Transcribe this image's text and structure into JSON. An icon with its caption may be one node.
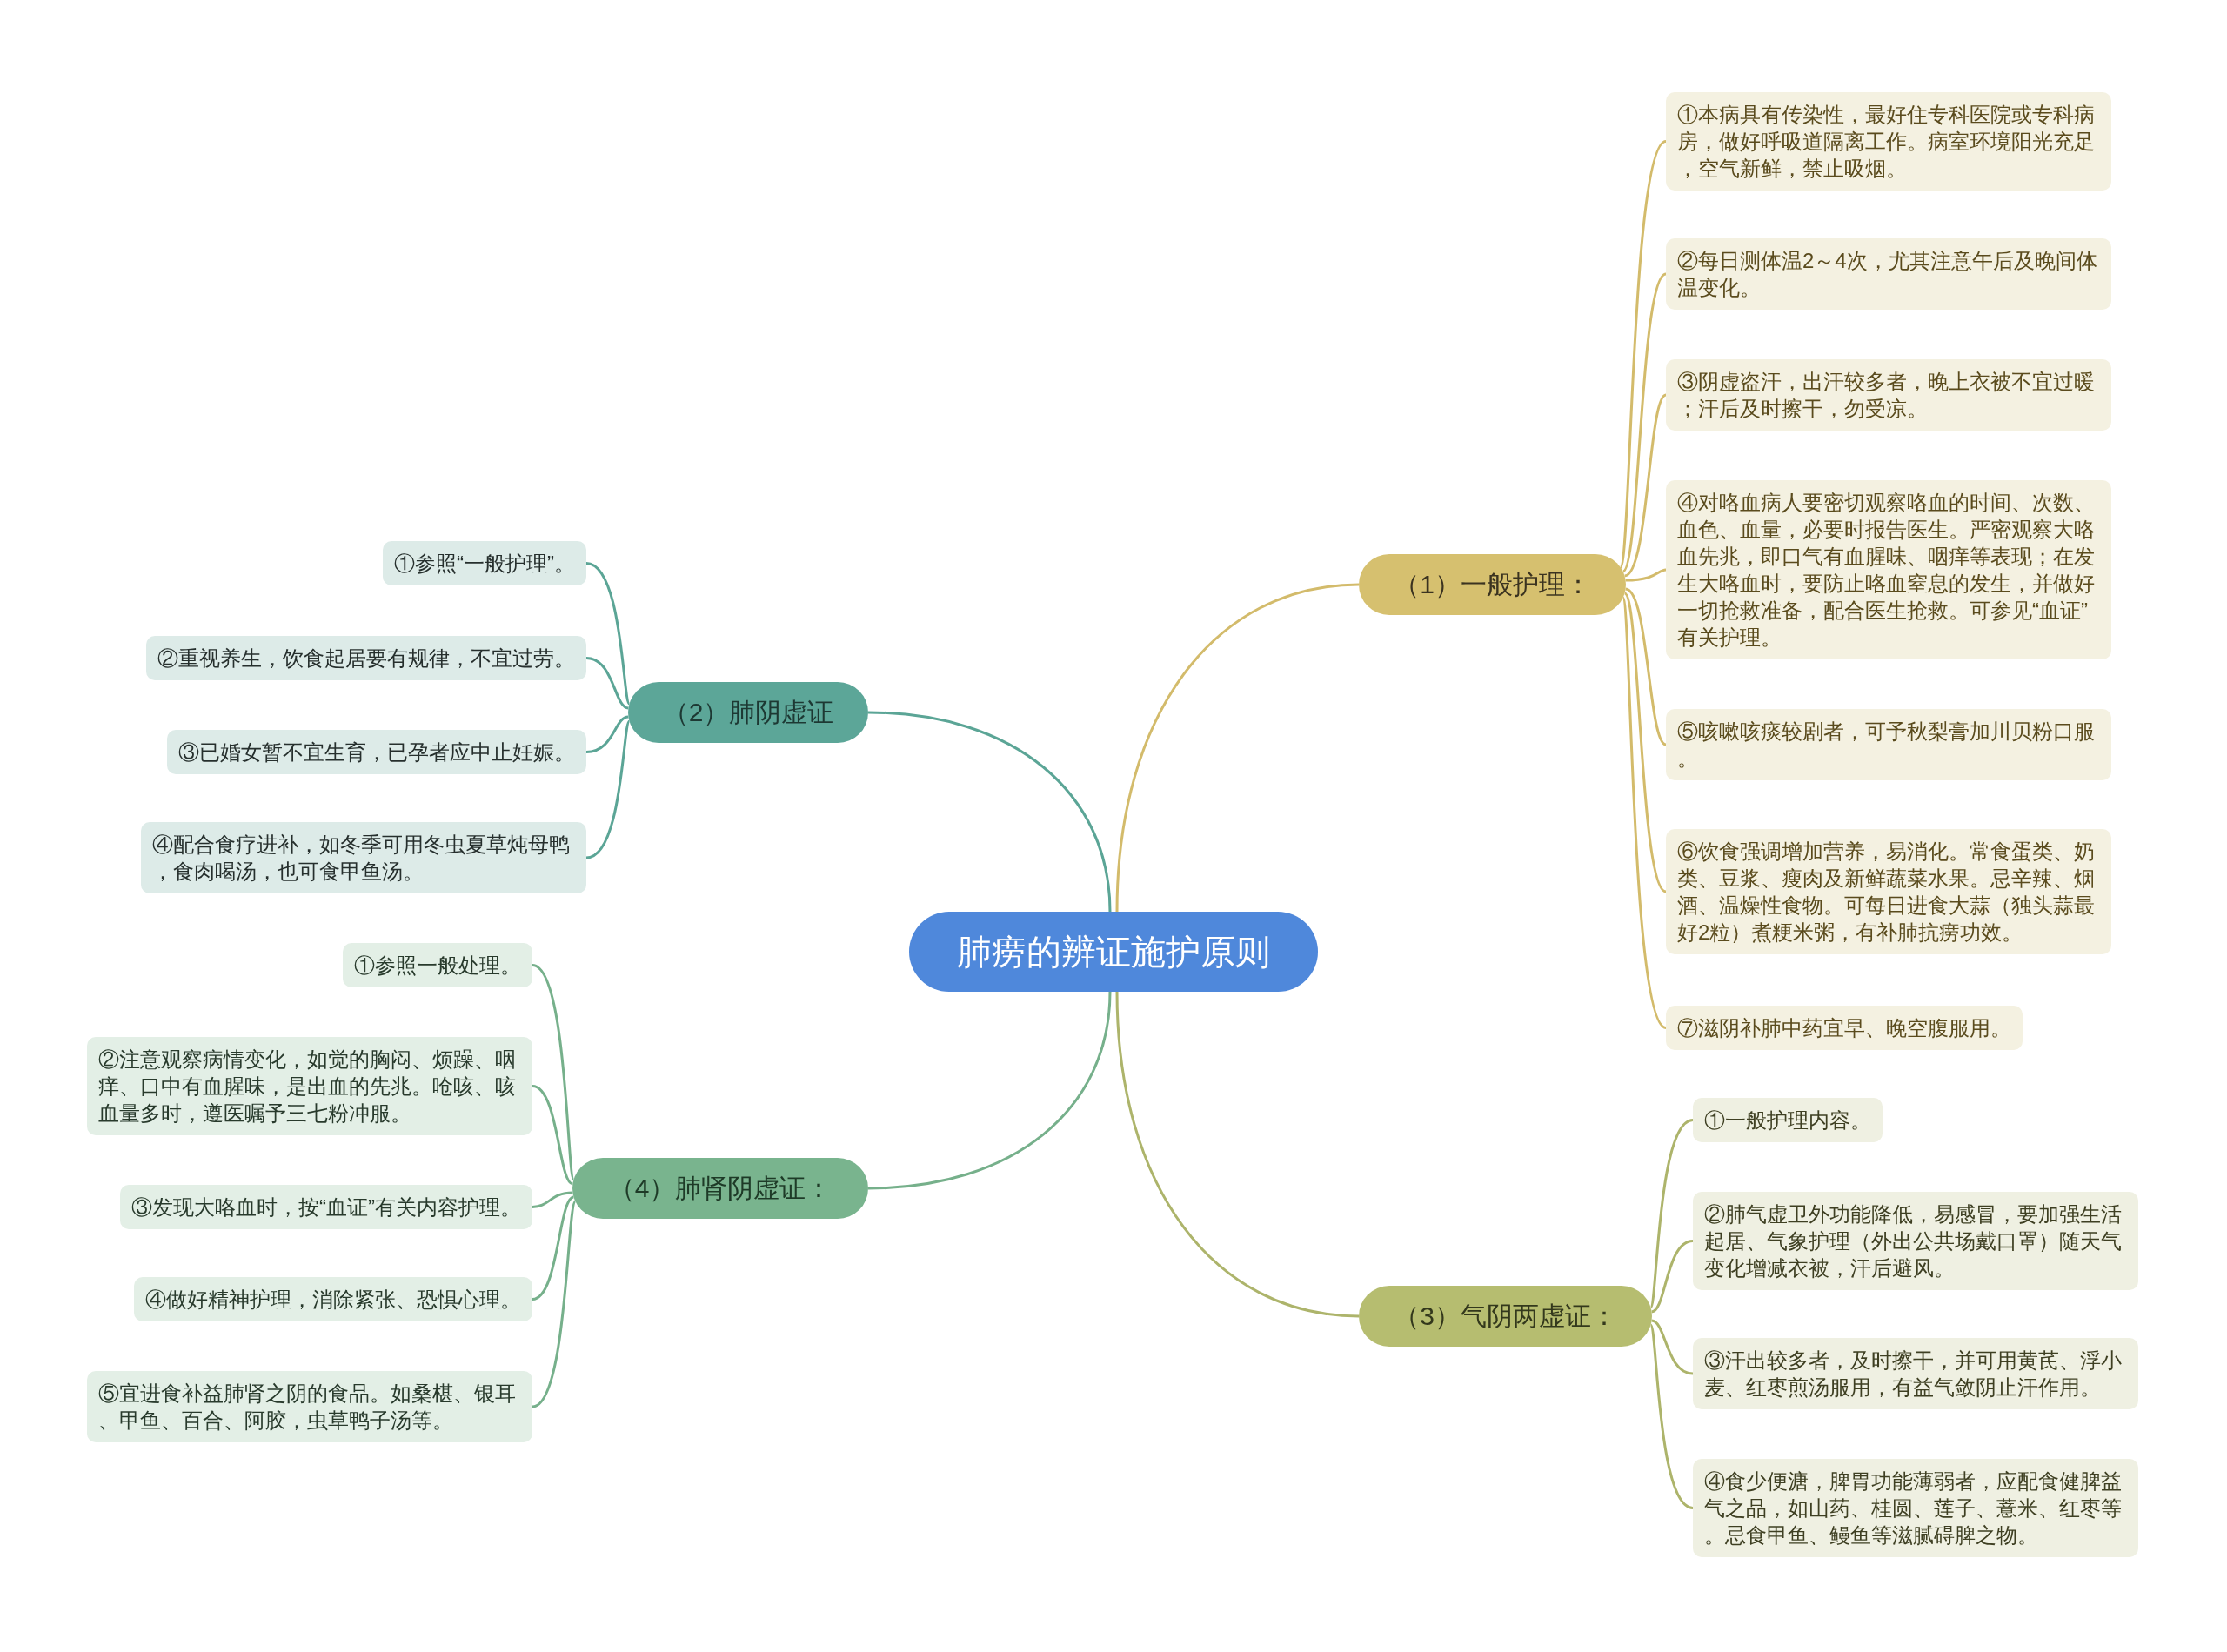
{
  "diagram": {
    "nodes": [
      {
        "text": [
          "肺痨的辨证施护原则"
        ]
      },
      {
        "text": [
          "（1）一般护理："
        ]
      },
      {
        "text": [
          "①本病具有传染性，最好住专科医院或专科病房，做好呼吸道隔离工作。病室环境阳光充足，空气新鲜，禁止吸烟。"
        ]
      },
      {
        "text": [
          "②每日测体温2～4次，尤其注意午后及晚间体温变化。"
        ]
      },
      {
        "text": [
          "③阴虚盗汗，出汗较多者，晚上衣被不宜过暖；汗后及时擦干，勿受凉。"
        ]
      },
      {
        "text": [
          "④对咯血病人要密切观察咯血的时间、次数、血色、血量，必要时报告医生。严密观察大咯血先兆，即口气有血腥味、咽痒等表现；在发生大咯血时，要防止咯血窒息的发生，并做好一切抢救准备，配合医生抢救。可参见“血证”有关护理。"
        ]
      },
      {
        "text": [
          "⑤咳嗽咳痰较剧者，可予秋梨膏加川贝粉口服。"
        ]
      },
      {
        "text": [
          "⑥饮食强调增加营养，易消化。常食蛋类、奶类、豆浆、瘦肉及新鲜蔬菜水果。忌辛辣、烟酒、温燥性食物。可每日进食大蒜（独头蒜最好2粒）煮粳米粥，有补肺抗痨功效。"
        ]
      },
      {
        "text": [
          "⑦滋阴补肺中药宜早、晚空腹服用。"
        ]
      },
      {
        "text": [
          "（2）肺阴虚证"
        ]
      },
      {
        "text": [
          "①参照“一般护理”。"
        ]
      },
      {
        "text": [
          "②重视养生，饮食起居要有规律，不宜过劳。"
        ]
      },
      {
        "text": [
          "③已婚女暂不宜生育，已孕者应中止妊娠。"
        ]
      },
      {
        "text": [
          "④配合食疗进补，如冬季可用冬虫夏草炖母鸭，食肉喝汤，也可食甲鱼汤。"
        ]
      },
      {
        "text": [
          "（3）气阴两虚证："
        ]
      },
      {
        "text": [
          "①一般护理内容。"
        ]
      },
      {
        "text": [
          "②肺气虚卫外功能降低，易感冒，要加强生活起居、气象护理（外出公共场戴口罩）随天气变化增减衣被，汗后避风。"
        ]
      },
      {
        "text": [
          "③汗出较多者，及时擦干，并可用黄芪、浮小麦、红枣煎汤服用，有益气敛阴止汗作用。"
        ]
      },
      {
        "text": [
          "④食少便溏，脾胃功能薄弱者，应配食健脾益气之品，如山药、桂圆、莲子、薏米、红枣等。忌食甲鱼、鳗鱼等滋腻碍脾之物。"
        ]
      },
      {
        "text": [
          "（4）肺肾阴虚证："
        ]
      },
      {
        "text": [
          "①参照一般处理。"
        ]
      },
      {
        "text": [
          "②注意观察病情变化，如觉的胸闷、烦躁、咽痒、口中有血腥味，是出血的先兆。呛咳、咳血量多时，遵医嘱予三七粉冲服。"
        ]
      },
      {
        "text": [
          "③发现大咯血时，按“血证”有关内容护理。"
        ]
      },
      {
        "text": [
          "④做好精神护理，消除紧张、恐惧心理。"
        ]
      },
      {
        "text": [
          "⑤宜进食补益肺肾之阴的食品。如桑椹、银耳、甲鱼、百合、阿胶，虫草鸭子汤等。"
        ]
      }
    ],
    "edges": [
      {
        "from": 0,
        "to": 1,
        "arrow": "none"
      },
      {
        "from": 1,
        "to": 2,
        "arrow": "none"
      },
      {
        "from": 1,
        "to": 3,
        "arrow": "none"
      },
      {
        "from": 1,
        "to": 4,
        "arrow": "none"
      },
      {
        "from": 1,
        "to": 5,
        "arrow": "none"
      },
      {
        "from": 1,
        "to": 6,
        "arrow": "none"
      },
      {
        "from": 1,
        "to": 7,
        "arrow": "none"
      },
      {
        "from": 1,
        "to": 8,
        "arrow": "none"
      },
      {
        "from": 0,
        "to": 9,
        "arrow": "none",
        "color": "#5ba596"
      },
      {
        "from": 9,
        "to": 10,
        "arrow": "none",
        "color": "#5ba596"
      },
      {
        "from": 9,
        "to": 11,
        "arrow": "none",
        "color": "#5ba596"
      },
      {
        "from": 9,
        "to": 12,
        "arrow": "none",
        "color": "#5ba596"
      },
      {
        "from": 9,
        "to": 13,
        "arrow": "none",
        "color": "#5ba596"
      },
      {
        "from": 0,
        "to": 14,
        "arrow": "none",
        "color": "#adb46b"
      },
      {
        "from": 14,
        "to": 15,
        "arrow": "none",
        "color": "#adb46b"
      },
      {
        "from": 14,
        "to": 16,
        "arrow": "none",
        "color": "#adb46b"
      },
      {
        "from": 14,
        "to": 17,
        "arrow": "none",
        "color": "#adb46b"
      },
      {
        "from": 14,
        "to": 18,
        "arrow": "none",
        "color": "#adb46b"
      },
      {
        "from": 0,
        "to": 19,
        "arrow": "none",
        "color": "#76b08b"
      },
      {
        "from": 19,
        "to": 20,
        "arrow": "none",
        "color": "#76b08b"
      },
      {
        "from": 19,
        "to": 21,
        "arrow": "none",
        "color": "#76b08b"
      },
      {
        "from": 19,
        "to": 22,
        "arrow": "none",
        "color": "#76b08b"
      },
      {
        "from": 19,
        "to": 23,
        "arrow": "none",
        "color": "#76b08b"
      },
      {
        "from": 19,
        "to": 24,
        "arrow": "none",
        "color": "#76b08b"
      }
    ]
  }
}
